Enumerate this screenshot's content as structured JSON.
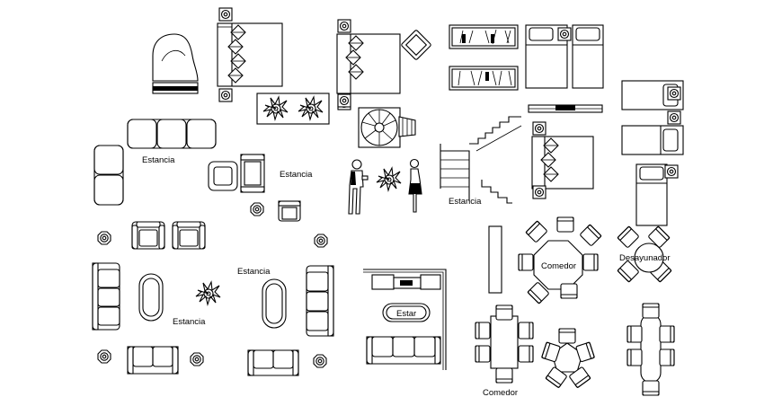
{
  "labels": {
    "estancia_1": "Estancia",
    "estancia_2": "Estancia",
    "estancia_3": "Estancia",
    "estancia_4": "Estancia",
    "estancia_5": "Estancia",
    "comedor_1": "Comedor",
    "comedor_2": "Comedor",
    "desayunador": "Desayunador",
    "estar": "Estar"
  },
  "colors": {
    "line": "#000000",
    "background": "#ffffff"
  }
}
